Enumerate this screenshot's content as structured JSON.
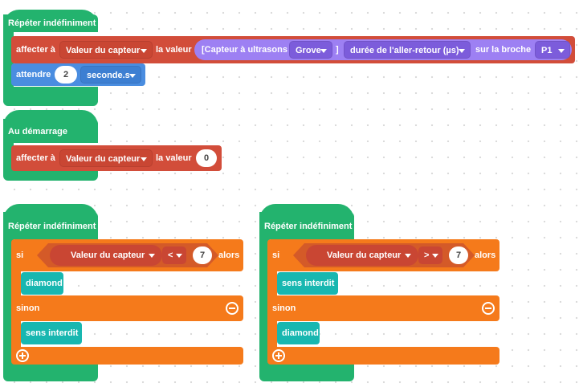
{
  "block1": {
    "hat_label": "Répéter indéfiniment",
    "set_label": "affecter à",
    "var_name": "Valeur du capteur",
    "value_label": "la valeur",
    "sensor_prefix": "[Capteur à ultrasons",
    "sensor_type": "Grove",
    "sensor_suffix": "]",
    "measure": "durée de l'aller-retour (µs)",
    "pin_label": "sur la broche",
    "pin": "P1",
    "wait_label": "attendre",
    "wait_value": "2",
    "wait_unit": "seconde.s"
  },
  "block2": {
    "hat_label": "Au démarrage",
    "set_label": "affecter à",
    "var_name": "Valeur du capteur",
    "value_label": "la valeur",
    "value": "0"
  },
  "block3": {
    "hat_label": "Répéter indéfiniment",
    "if_label": "si",
    "var_name": "Valeur du capteur",
    "operator": "<",
    "compare_value": "7",
    "then_label": "alors",
    "then_action": "diamond",
    "else_label": "sinon",
    "else_action": "sens interdit"
  },
  "block4": {
    "hat_label": "Répéter indéfiniment",
    "if_label": "si",
    "var_name": "Valeur du capteur",
    "operator": ">",
    "compare_value": "7",
    "then_label": "alors",
    "then_action": "sens interdit",
    "else_label": "sinon",
    "else_action": "diamond"
  },
  "colors": {
    "loop": "#23b36e",
    "variables": "#d24d3a",
    "timing": "#4a8de0",
    "logic": "#f57a1b",
    "display": "#18b7b0",
    "sensor": "#9d80f3"
  }
}
